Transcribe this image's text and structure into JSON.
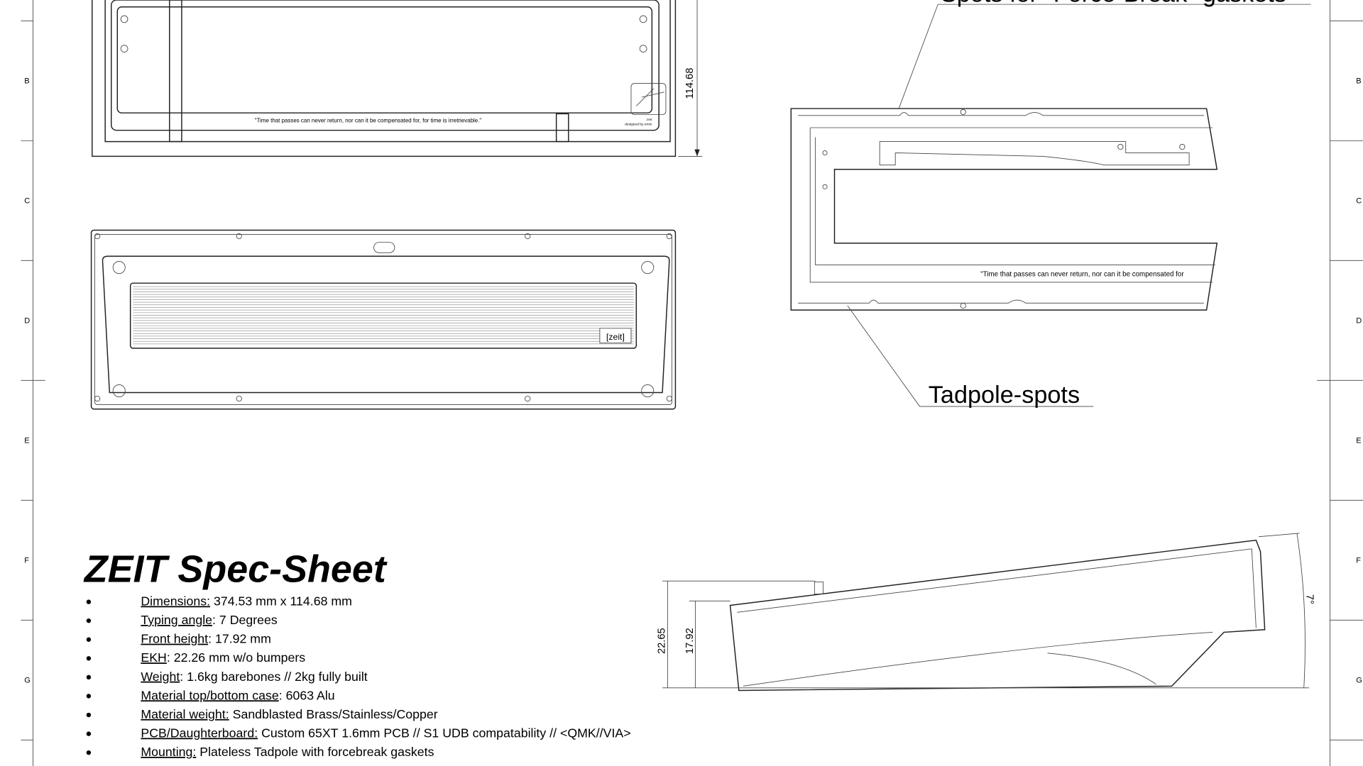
{
  "frame": {
    "zone_letters": [
      "B",
      "C",
      "D",
      "E",
      "F",
      "G"
    ]
  },
  "top_view": {
    "quote": "\"Time that passes can never return, nor can it be compensated for, for time is irretrievable.\"",
    "brand": "zeit",
    "designer": "designed by emin",
    "height_dimension": "114.68"
  },
  "bottom_view": {
    "badge": "[zeit]"
  },
  "side_section": {
    "callout_top": "Spots for \"Force-Break\" gaskets",
    "callout_bottom": "Tadpole-spots",
    "quote_partial": "\"Time that passes can never return, nor can it be compensated for"
  },
  "profile_view": {
    "rear_height": "22.65",
    "front_height": "17.92",
    "angle": "7°"
  },
  "spec_sheet": {
    "title": "ZEIT Spec-Sheet",
    "items": [
      {
        "label": "Dimensions:",
        "value": " 374.53 mm x 114.68 mm"
      },
      {
        "label": "Typing angle",
        "value": ": 7 Degrees"
      },
      {
        "label": "Front height",
        "value": ": 17.92 mm"
      },
      {
        "label": "EKH",
        "value": ": 22.26 mm w/o bumpers"
      },
      {
        "label": "Weight",
        "value": ": 1.6kg barebones // 2kg fully built"
      },
      {
        "label": "Material top/bottom case",
        "value": ": 6063 Alu"
      },
      {
        "label": "Material weight:",
        "value": " Sandblasted Brass/Stainless/Copper"
      },
      {
        "label": "PCB/Daughterboard:",
        "value": " Custom 65XT 1.6mm PCB // S1 UDB compatability // <QMK//VIA>"
      },
      {
        "label": "Mounting:",
        "value": " Plateless Tadpole with forcebreak gaskets"
      }
    ]
  }
}
